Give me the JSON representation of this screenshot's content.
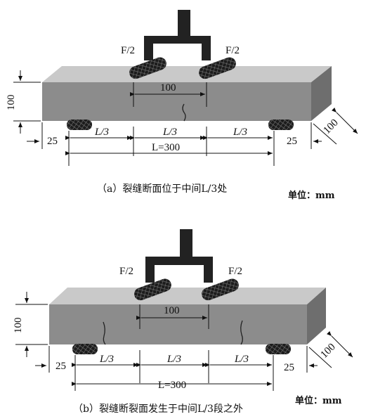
{
  "figure_a": {
    "load_left": "F/2",
    "load_right": "F/2",
    "dim_top": "100",
    "dim_height": "100",
    "dim_depth": "100",
    "overhang_left": "25",
    "overhang_right": "25",
    "third_1": "L/3",
    "third_2": "L/3",
    "third_3": "L/3",
    "span": "L=300",
    "caption": "（a）裂缝断面位于中间L/3处",
    "unit": "单位：mm"
  },
  "figure_b": {
    "load_left": "F/2",
    "load_right": "F/2",
    "dim_top": "100",
    "dim_height": "100",
    "dim_depth": "100",
    "overhang_left": "25",
    "overhang_right": "25",
    "third_1": "L/3",
    "third_2": "L/3",
    "third_3": "L/3",
    "span": "L=300",
    "caption": "（b）裂缝断裂面发生于中间L/3段之外",
    "unit": "单位：mm"
  },
  "colors": {
    "beam_front": "#8c8c8c",
    "beam_top": "#c9c9c9",
    "beam_side": "#6e6e6e",
    "loader": "#222222",
    "roller": "#1c1c1c"
  }
}
